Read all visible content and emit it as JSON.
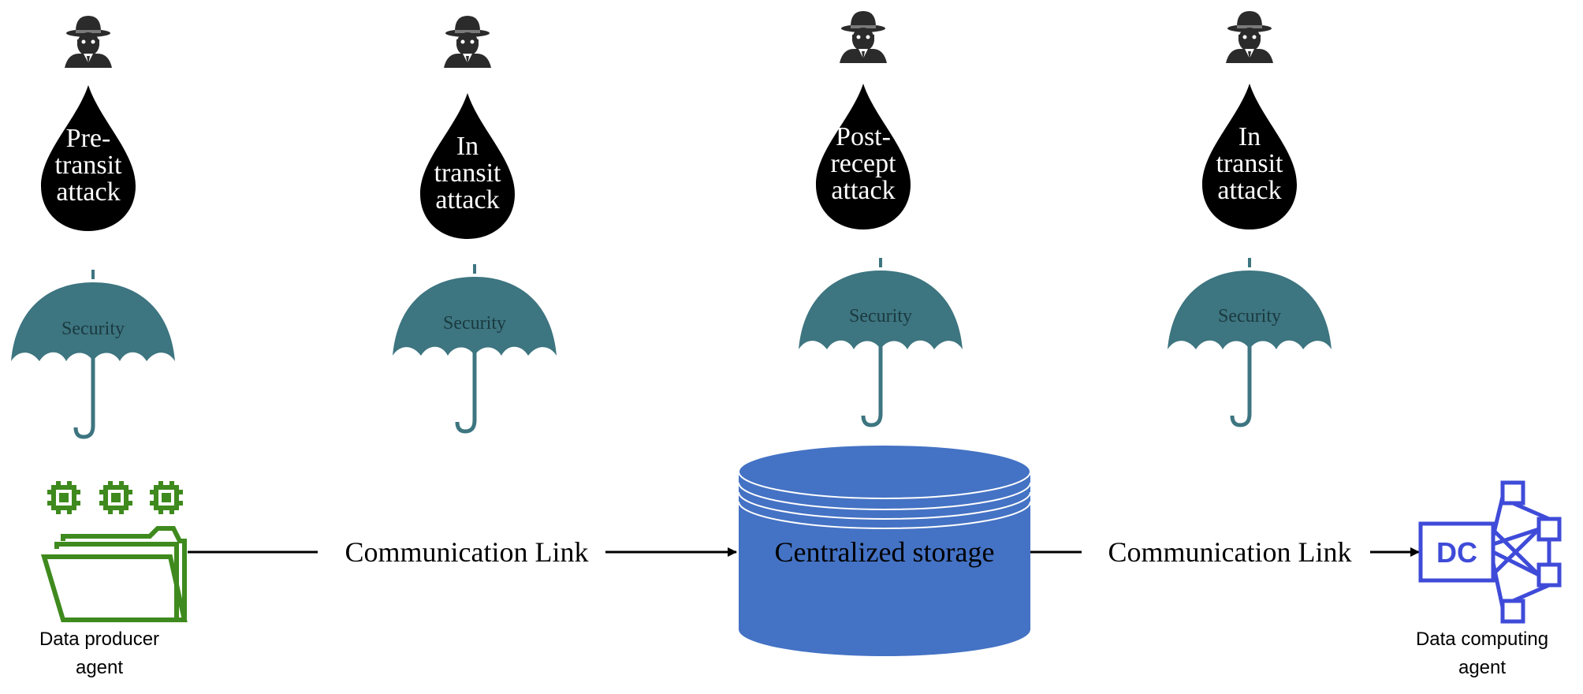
{
  "colors": {
    "umbrella": "#3d7580",
    "drop": "#000000",
    "spy": "#2b2b2b",
    "storage": "#4472c4",
    "producer_icon": "#3f8a1e",
    "computing_icon": "#3f4bd8",
    "arrow": "#000000"
  },
  "columns": [
    {
      "attacker_icon": "spy-icon",
      "attack_lines": [
        "Pre-",
        "transit",
        "attack"
      ],
      "security_label": "Security"
    },
    {
      "attacker_icon": "spy-icon",
      "attack_lines": [
        "In",
        "transit",
        "attack"
      ],
      "security_label": "Security"
    },
    {
      "attacker_icon": "spy-icon",
      "attack_lines": [
        "Post-",
        "recept",
        "attack"
      ],
      "security_label": "Security"
    },
    {
      "attacker_icon": "spy-icon",
      "attack_lines": [
        "In",
        "transit",
        "attack"
      ],
      "security_label": "Security"
    }
  ],
  "producer": {
    "icon": "folder-chip-icon",
    "label_lines": [
      "Data producer",
      "agent"
    ]
  },
  "links": [
    {
      "label": "Communication Link"
    },
    {
      "label": "Communication Link"
    }
  ],
  "storage": {
    "icon": "database-cylinder-icon",
    "label": "Centralized storage"
  },
  "computing": {
    "icon": "data-computing-network-icon",
    "badge": "DC",
    "label_lines": [
      "Data computing",
      "agent"
    ]
  }
}
